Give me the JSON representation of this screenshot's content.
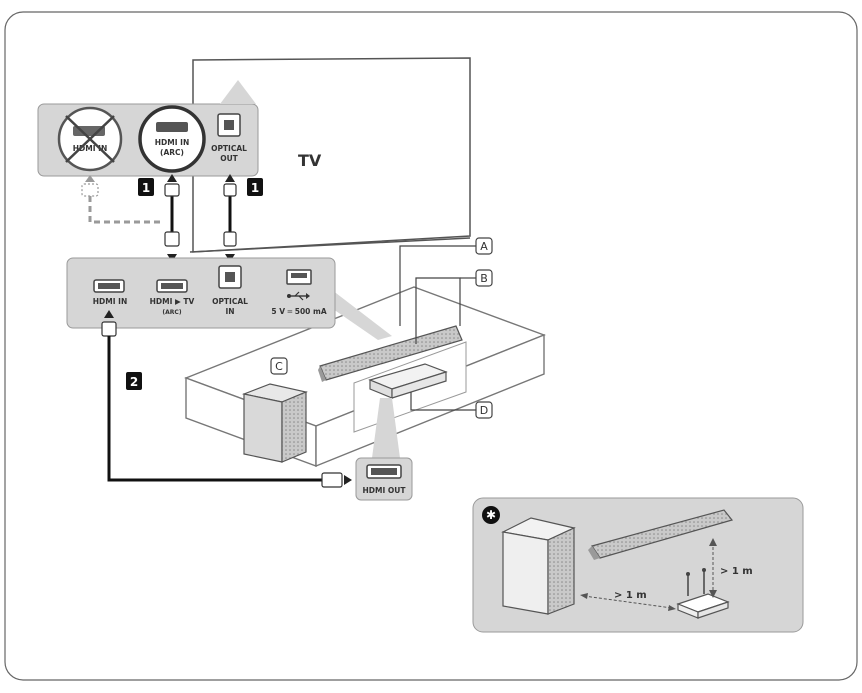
{
  "tv": {
    "label": "TV"
  },
  "tv_ports": {
    "hdmi_in": "HDMI IN",
    "hdmi_in_arc_1": "HDMI IN",
    "hdmi_in_arc_2": "(ARC)",
    "optical_out_1": "OPTICAL",
    "optical_out_2": "OUT"
  },
  "soundbar_ports": {
    "hdmi_in": "HDMI IN",
    "hdmi_tv": "HDMI ▶ TV",
    "arc": "(ARC)",
    "optical_in_1": "OPTICAL",
    "optical_in_2": "IN",
    "usb_power": "5 V ═ 500 mA"
  },
  "steps": {
    "step1_left": "1",
    "step1_right": "1",
    "step2": "2"
  },
  "callouts": {
    "a": "A",
    "b": "B",
    "c": "C",
    "d": "D"
  },
  "device_port": {
    "hdmi_out": "HDMI OUT"
  },
  "inset": {
    "badge": "✱",
    "distance_horizontal": "> 1 m",
    "distance_vertical": "> 1 m"
  },
  "colors": {
    "panel": "#d6d6d6",
    "line": "#444444",
    "cable": "#111111",
    "grey_cable": "#9a9a9a"
  }
}
